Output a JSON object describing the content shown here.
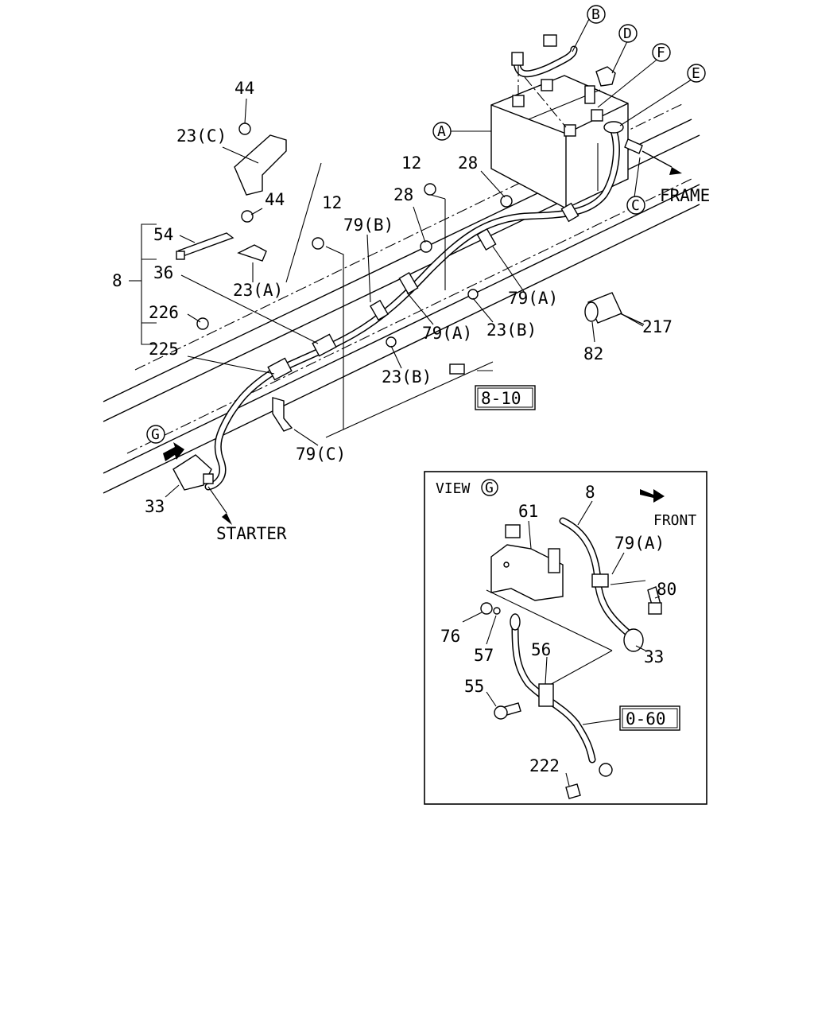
{
  "main": {
    "callouts": [
      {
        "id": "c44a",
        "text": "44"
      },
      {
        "id": "c23c",
        "text": "23(C)"
      },
      {
        "id": "c44b",
        "text": "44"
      },
      {
        "id": "c54",
        "text": "54"
      },
      {
        "id": "c8",
        "text": "8"
      },
      {
        "id": "c36",
        "text": "36"
      },
      {
        "id": "c23a",
        "text": "23(A)"
      },
      {
        "id": "c226",
        "text": "226"
      },
      {
        "id": "c225",
        "text": "225"
      },
      {
        "id": "c12a",
        "text": "12"
      },
      {
        "id": "c79b",
        "text": "79(B)"
      },
      {
        "id": "c12b",
        "text": "12"
      },
      {
        "id": "c28a",
        "text": "28"
      },
      {
        "id": "c28b",
        "text": "28"
      },
      {
        "id": "c79a1",
        "text": "79(A)"
      },
      {
        "id": "c79a2",
        "text": "79(A)"
      },
      {
        "id": "c23b1",
        "text": "23(B)"
      },
      {
        "id": "c23b2",
        "text": "23(B)"
      },
      {
        "id": "c79c",
        "text": "79(C)"
      },
      {
        "id": "c33",
        "text": "33"
      },
      {
        "id": "c217",
        "text": "217"
      },
      {
        "id": "c82",
        "text": "82"
      }
    ],
    "circle_markers": {
      "a": "A",
      "b": "B",
      "c": "C",
      "d": "D",
      "e": "E",
      "f": "F",
      "g": "G"
    },
    "directions": {
      "frame": "FRAME",
      "starter": "STARTER"
    },
    "reference_box": "8-10"
  },
  "view_g": {
    "title_prefix": "VIEW",
    "title_marker": "G",
    "front": "FRONT",
    "callouts": [
      {
        "id": "v8",
        "text": "8"
      },
      {
        "id": "v61",
        "text": "61"
      },
      {
        "id": "v79a",
        "text": "79(A)"
      },
      {
        "id": "v80",
        "text": "80"
      },
      {
        "id": "v76",
        "text": "76"
      },
      {
        "id": "v57",
        "text": "57"
      },
      {
        "id": "v56",
        "text": "56"
      },
      {
        "id": "v33",
        "text": "33"
      },
      {
        "id": "v55",
        "text": "55"
      },
      {
        "id": "v222",
        "text": "222"
      }
    ],
    "reference_box": "0-60"
  }
}
